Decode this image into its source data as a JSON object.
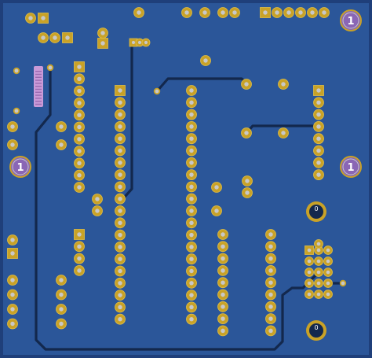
{
  "board": {
    "colors": {
      "substrate": "#1f3f7a",
      "copper_pour": "#2b5699",
      "trace": "#13284d",
      "trace_outline": "#3a6bb5",
      "pad_gold": "#c9a227",
      "pad_gold_light": "#e2bf45",
      "pad_hole": "#c8c8c8",
      "mount_purple": "#8a66b5",
      "mount_label": "#ffffff",
      "connector_pink": "#c99ad8"
    },
    "mounting_holes": [
      {
        "label": "1"
      },
      {
        "label": "1"
      },
      {
        "label": "1"
      }
    ],
    "round_markers": [
      {
        "label": "0"
      },
      {
        "label": "0"
      }
    ]
  }
}
